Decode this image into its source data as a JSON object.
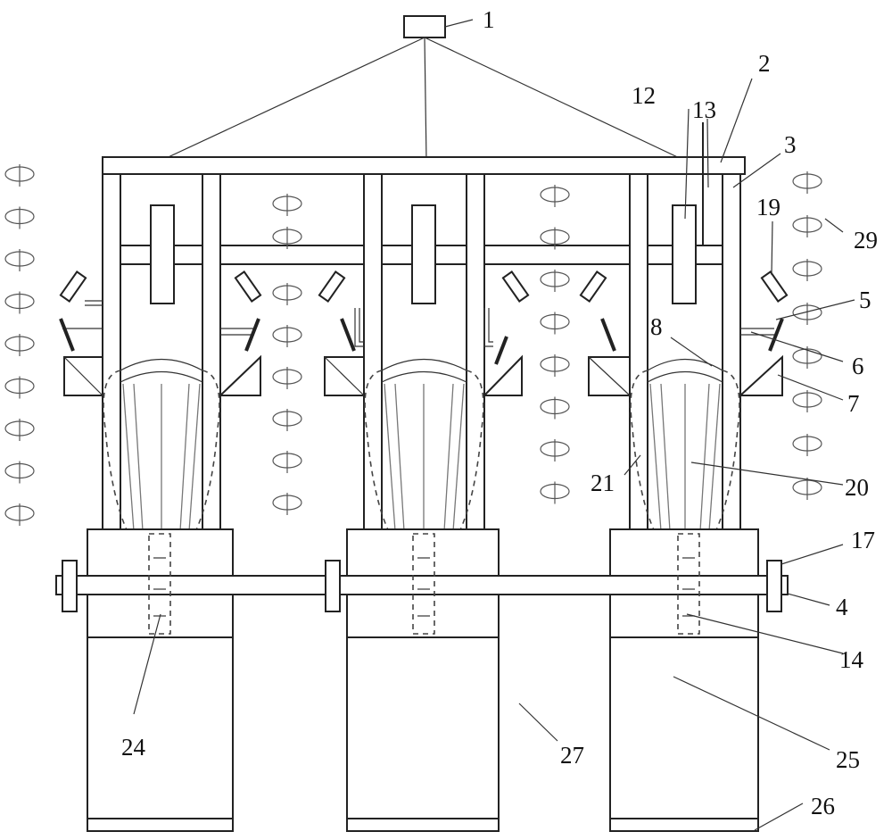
{
  "figure": {
    "labels": [
      "1",
      "2",
      "3",
      "12",
      "13",
      "19",
      "29",
      "5",
      "8",
      "6",
      "7",
      "20",
      "21",
      "17",
      "4",
      "14",
      "24",
      "27",
      "25",
      "26"
    ]
  },
  "icons": {
    "plant": "plant-seedling-icon",
    "roller": "roller-brush-icon"
  }
}
